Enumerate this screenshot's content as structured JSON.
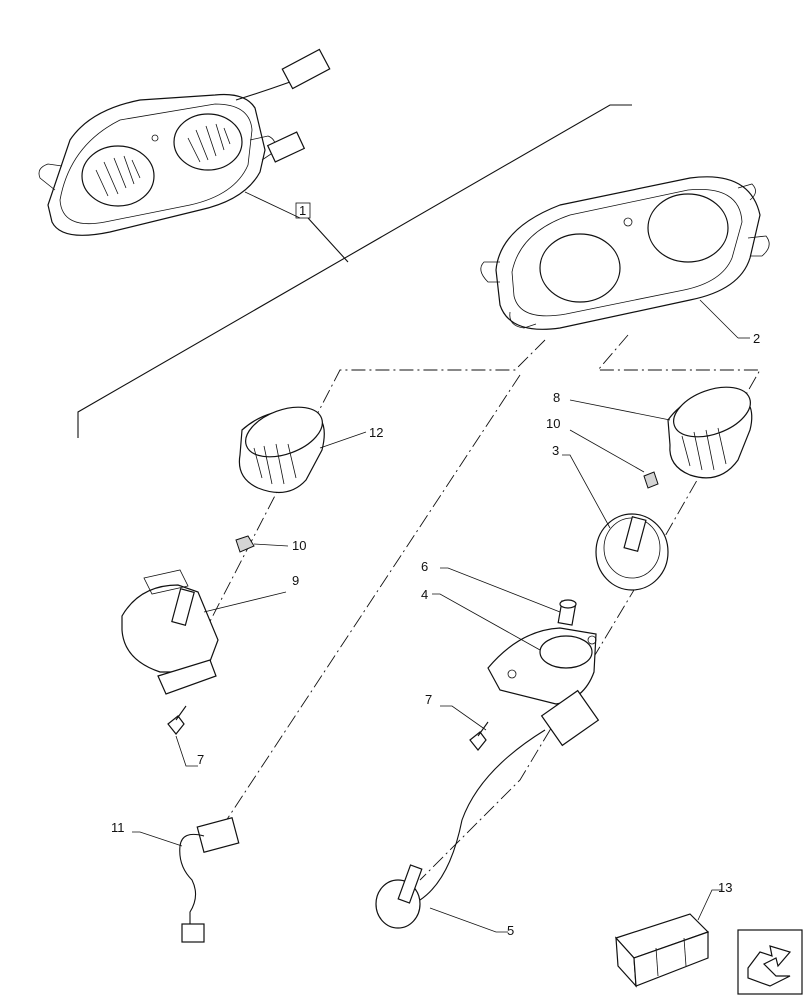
{
  "callouts": {
    "c1": "1",
    "c2": "2",
    "c3": "3",
    "c4": "4",
    "c5": "5",
    "c6": "6",
    "c7a": "7",
    "c7b": "7",
    "c8": "8",
    "c9": "9",
    "c10a": "10",
    "c10b": "10",
    "c11": "11",
    "c12": "12",
    "c13": "13"
  },
  "icons": {
    "kit_box": "kit-box-icon",
    "navigation": "return-arrow-icon"
  }
}
